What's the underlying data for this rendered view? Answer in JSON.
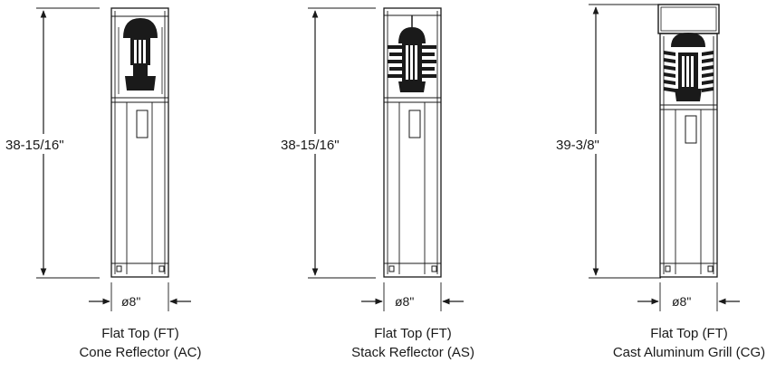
{
  "fixtures": [
    {
      "height_label": "38-15/16\"",
      "diameter_label": "ø8\"",
      "caption_line1": "Flat Top (FT)",
      "caption_line2": "Cone Reflector (AC)",
      "reflector": "cone"
    },
    {
      "height_label": "38-15/16\"",
      "diameter_label": "ø8\"",
      "caption_line1": "Flat Top (FT)",
      "caption_line2": "Stack Reflector (AS)",
      "reflector": "stack"
    },
    {
      "height_label": "39-3/8\"",
      "diameter_label": "ø8\"",
      "caption_line1": "Flat Top (FT)",
      "caption_line2": "Cast Aluminum Grill (CG)",
      "reflector": "grill"
    }
  ]
}
